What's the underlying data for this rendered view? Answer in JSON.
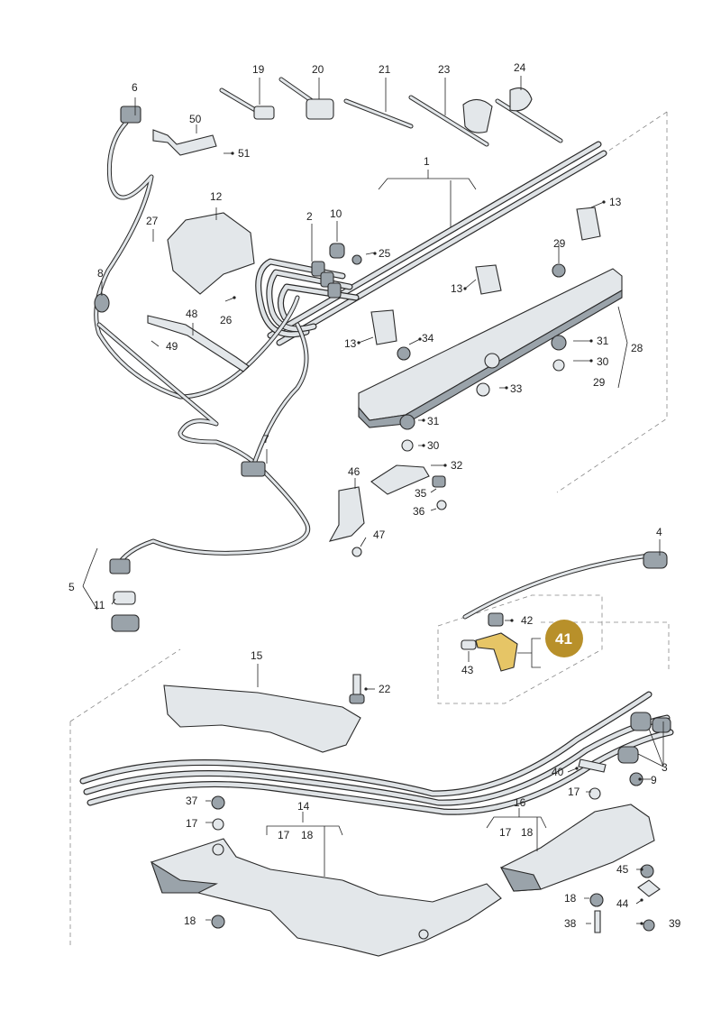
{
  "diagram": {
    "callouts": [
      {
        "id": "c1",
        "label": "1"
      },
      {
        "id": "c2",
        "label": "2"
      },
      {
        "id": "c3",
        "label": "3"
      },
      {
        "id": "c4",
        "label": "4"
      },
      {
        "id": "c5",
        "label": "5"
      },
      {
        "id": "c6",
        "label": "6"
      },
      {
        "id": "c7",
        "label": "7"
      },
      {
        "id": "c8",
        "label": "8"
      },
      {
        "id": "c9",
        "label": "9"
      },
      {
        "id": "c10",
        "label": "10"
      },
      {
        "id": "c11",
        "label": "11"
      },
      {
        "id": "c12",
        "label": "12"
      },
      {
        "id": "c13a",
        "label": "13"
      },
      {
        "id": "c13b",
        "label": "13"
      },
      {
        "id": "c13c",
        "label": "13"
      },
      {
        "id": "c14",
        "label": "14"
      },
      {
        "id": "c15",
        "label": "15"
      },
      {
        "id": "c16",
        "label": "16"
      },
      {
        "id": "c17a",
        "label": "17"
      },
      {
        "id": "c17b",
        "label": "17"
      },
      {
        "id": "c17c",
        "label": "17"
      },
      {
        "id": "c17d",
        "label": "17"
      },
      {
        "id": "c18a",
        "label": "18"
      },
      {
        "id": "c18b",
        "label": "18"
      },
      {
        "id": "c18c",
        "label": "18"
      },
      {
        "id": "c18d",
        "label": "18"
      },
      {
        "id": "c19",
        "label": "19"
      },
      {
        "id": "c20",
        "label": "20"
      },
      {
        "id": "c21",
        "label": "21"
      },
      {
        "id": "c22",
        "label": "22"
      },
      {
        "id": "c23",
        "label": "23"
      },
      {
        "id": "c24",
        "label": "24"
      },
      {
        "id": "c25",
        "label": "25"
      },
      {
        "id": "c26",
        "label": "26"
      },
      {
        "id": "c27",
        "label": "27"
      },
      {
        "id": "c28",
        "label": "28"
      },
      {
        "id": "c29a",
        "label": "29"
      },
      {
        "id": "c29b",
        "label": "29"
      },
      {
        "id": "c30a",
        "label": "30"
      },
      {
        "id": "c30b",
        "label": "30"
      },
      {
        "id": "c31a",
        "label": "31"
      },
      {
        "id": "c31b",
        "label": "31"
      },
      {
        "id": "c32",
        "label": "32"
      },
      {
        "id": "c33",
        "label": "33"
      },
      {
        "id": "c34",
        "label": "34"
      },
      {
        "id": "c35",
        "label": "35"
      },
      {
        "id": "c36",
        "label": "36"
      },
      {
        "id": "c37",
        "label": "37"
      },
      {
        "id": "c38",
        "label": "38"
      },
      {
        "id": "c39",
        "label": "39"
      },
      {
        "id": "c40",
        "label": "40"
      },
      {
        "id": "c42",
        "label": "42"
      },
      {
        "id": "c43",
        "label": "43"
      },
      {
        "id": "c44",
        "label": "44"
      },
      {
        "id": "c45",
        "label": "45"
      },
      {
        "id": "c46",
        "label": "46"
      },
      {
        "id": "c47",
        "label": "47"
      },
      {
        "id": "c48",
        "label": "48"
      },
      {
        "id": "c49",
        "label": "49"
      },
      {
        "id": "c50",
        "label": "50"
      },
      {
        "id": "c51",
        "label": "51"
      }
    ],
    "highlight": {
      "label": "41",
      "color": "#b8902a"
    }
  }
}
